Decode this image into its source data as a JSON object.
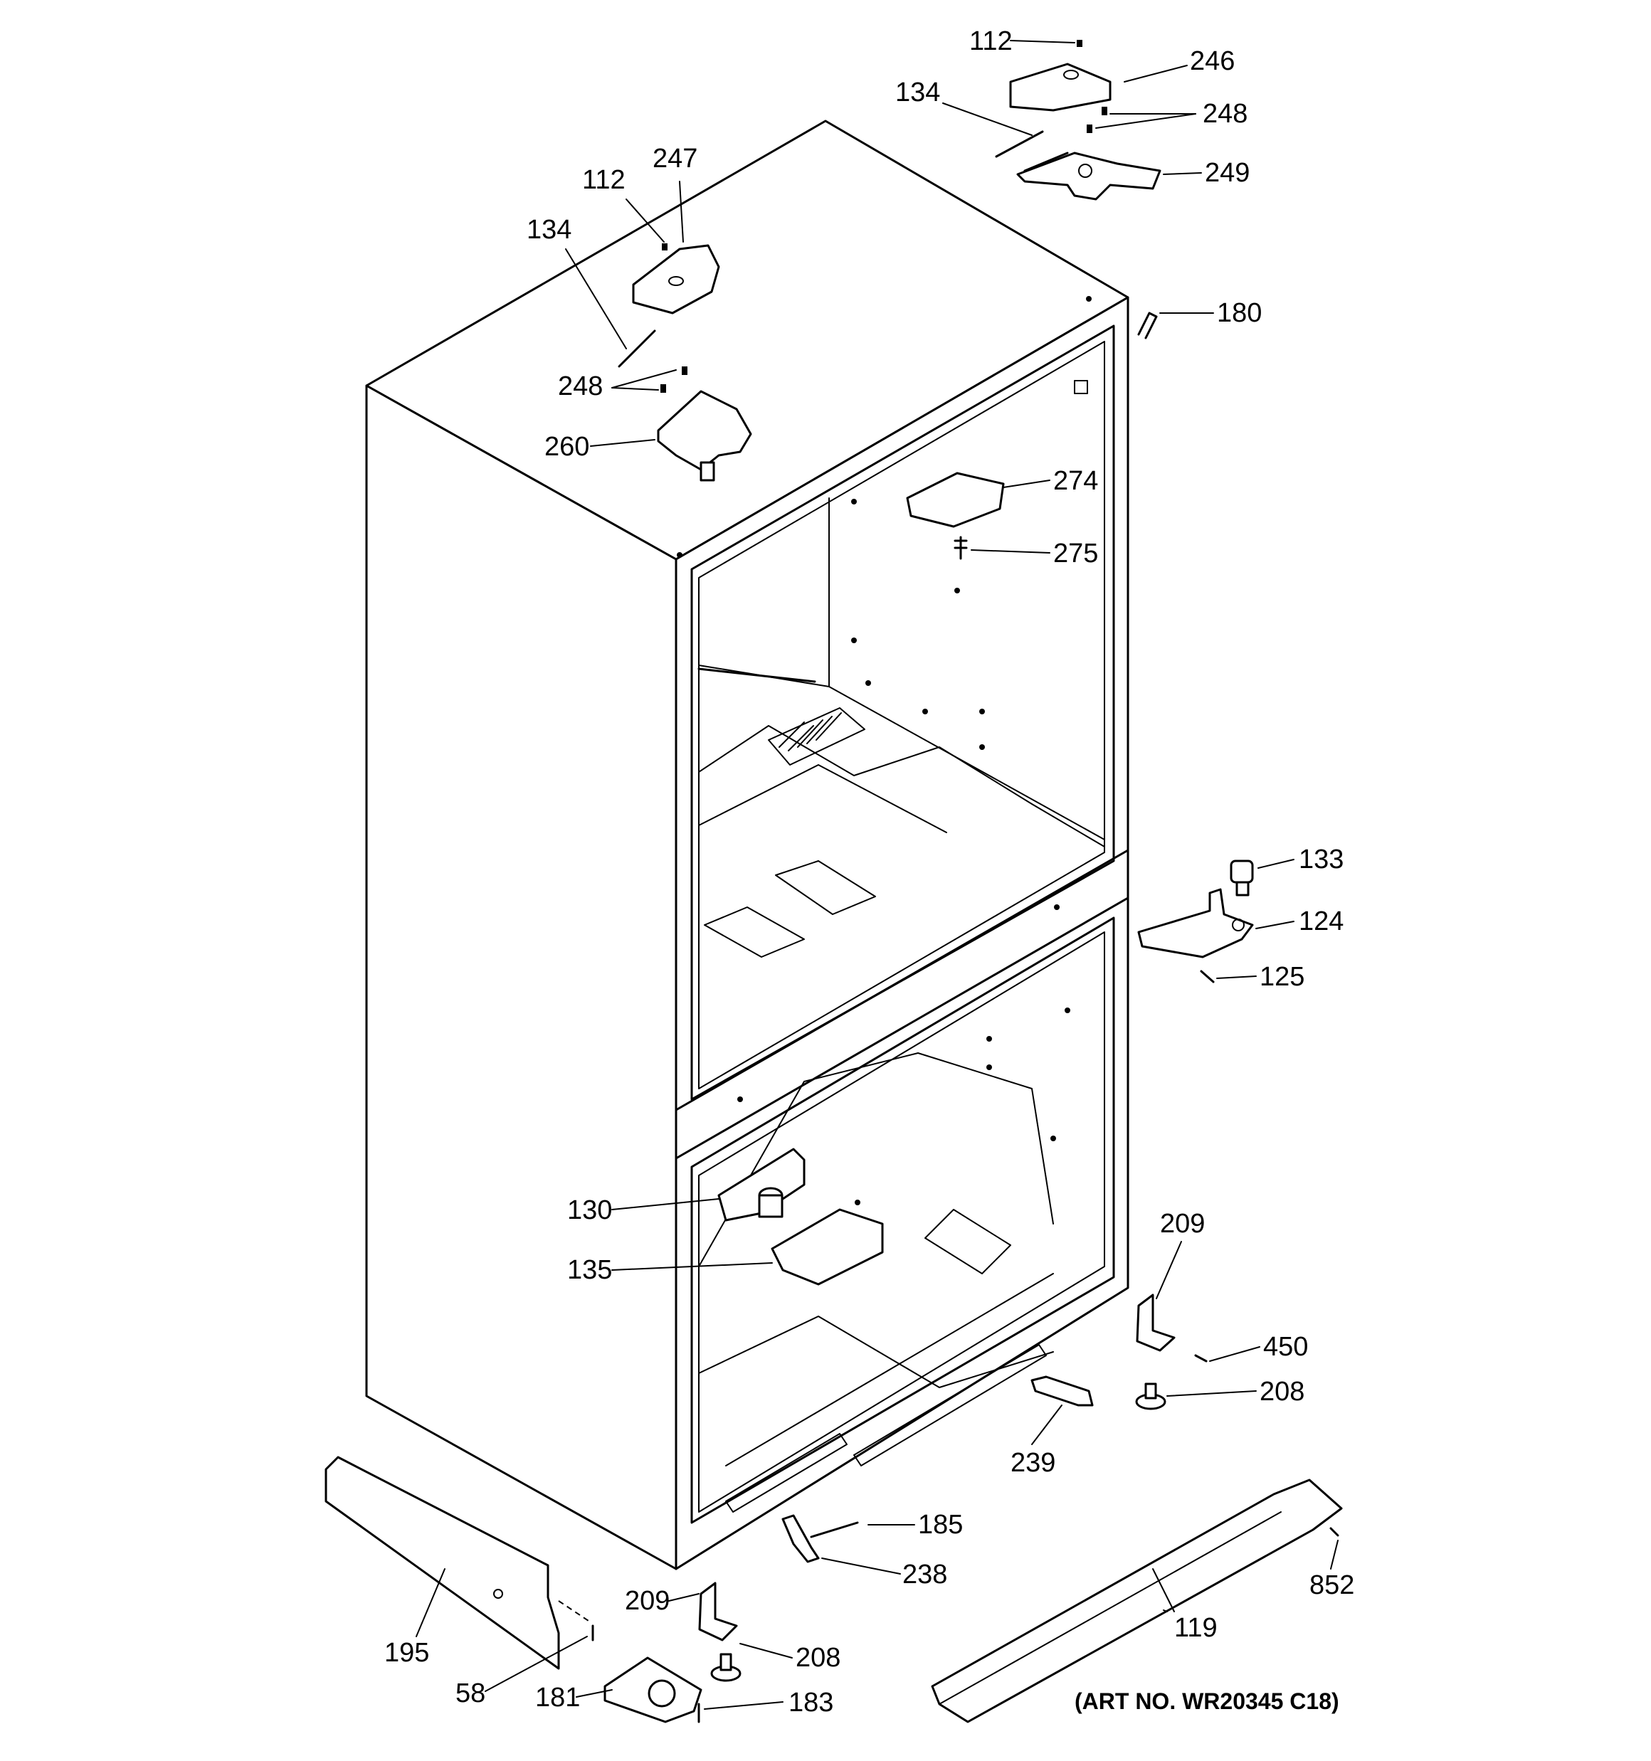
{
  "labels": {
    "l112a": "112",
    "l246": "246",
    "l134a": "134",
    "l248a": "248",
    "l249": "249",
    "l112b": "112",
    "l247": "247",
    "l134b": "134",
    "l248b": "248",
    "l260": "260",
    "l180": "180",
    "l274": "274",
    "l275": "275",
    "l133": "133",
    "l124": "124",
    "l125": "125",
    "l130": "130",
    "l135": "135",
    "l209a": "209",
    "l450": "450",
    "l208a": "208",
    "l239": "239",
    "l185": "185",
    "l238": "238",
    "l852": "852",
    "l209b": "209",
    "l119": "119",
    "l195": "195",
    "l208b": "208",
    "l58": "58",
    "l181": "181",
    "l183": "183"
  },
  "art_number": "(ART NO. WR20345 C18)"
}
